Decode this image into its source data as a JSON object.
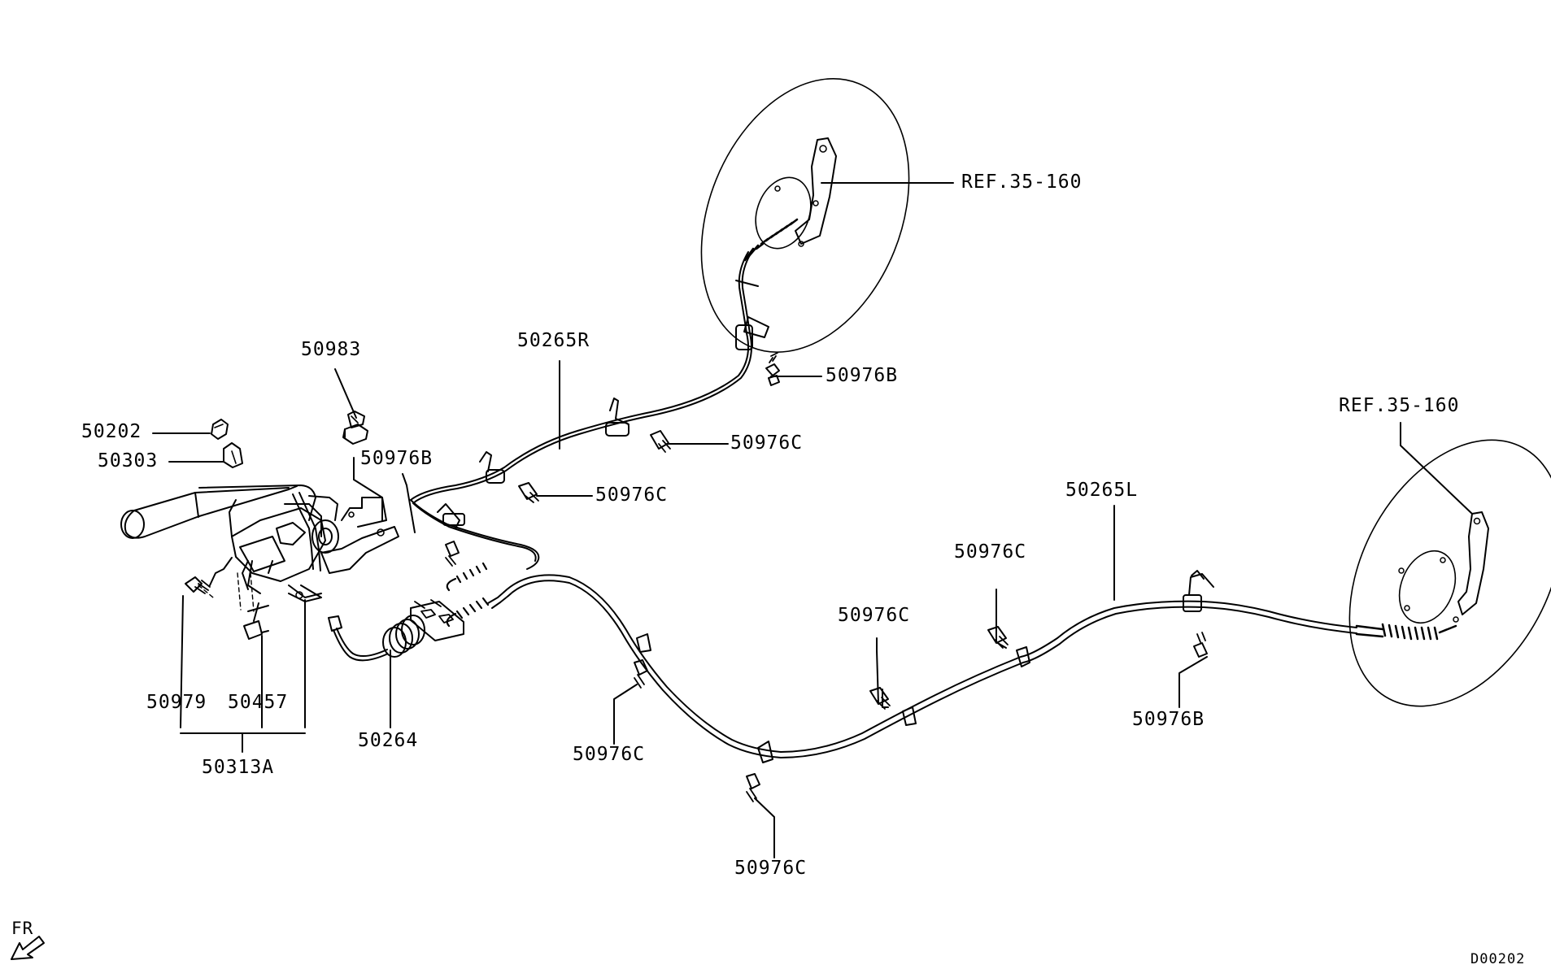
{
  "diagram": {
    "code": "D00202",
    "direction_label": "FR",
    "callouts": {
      "ref_right_upper": "REF.35-160",
      "ref_right_lower": "REF.35-160",
      "p50265R": "50265R",
      "p50265L": "50265L",
      "p50983": "50983",
      "p50202": "50202",
      "p50303": "50303",
      "p50976B_upper": "50976B",
      "p50976B_left": "50976B",
      "p50976B_right": "50976B",
      "p50976C_upper": "50976C",
      "p50976C_mid": "50976C",
      "p50976C_a": "50976C",
      "p50976C_b": "50976C",
      "p50976C_c": "50976C",
      "p50976C_d": "50976C",
      "p50979": "50979",
      "p50457": "50457",
      "p50313A": "50313A",
      "p50264": "50264"
    },
    "colors": {
      "ink": "#000000",
      "paper": "#ffffff"
    }
  }
}
